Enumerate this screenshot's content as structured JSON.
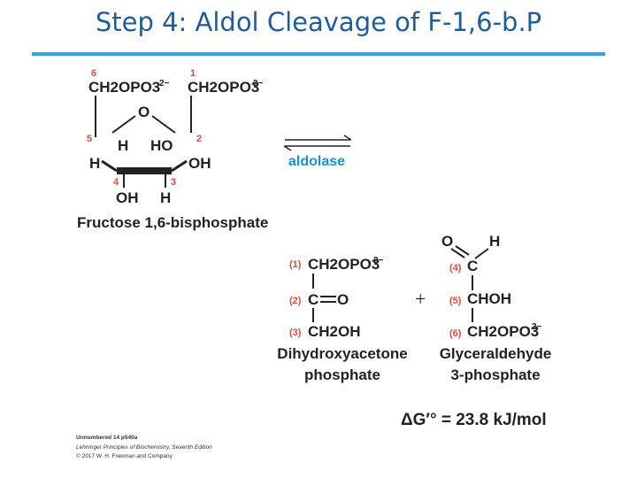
{
  "title": "Step 4: Aldol Cleavage of F-1,6-b.P",
  "colors": {
    "title": "#1f5c99",
    "rule": "#29a9df",
    "carbon_numbers": "#e0483d",
    "enzyme": "#1e90c8"
  },
  "fructose": {
    "c6_num": "6",
    "c1_num": "1",
    "c5_num": "5",
    "c2_num": "2",
    "c4_num": "4",
    "c3_num": "3",
    "c6_group": "CH2OPO3",
    "c1_group": "CH2OPO3",
    "charge": "2−",
    "ring_o": "O",
    "c5_h_inner": "H",
    "c5_h_outer": "H",
    "c2_ho": "HO",
    "c2_oh": "OH",
    "c4_oh": "OH",
    "c3_h": "H",
    "name": "Fructose 1,6-bisphosphate"
  },
  "enzyme": "aldolase",
  "dhap": {
    "n1": "(1)",
    "n2": "(2)",
    "n3": "(3)",
    "line1": "CH2OPO3",
    "charge": "2−",
    "c2": "C",
    "o": "O",
    "line3": "CH2OH",
    "name_line1": "Dihydroxyacetone",
    "name_line2": "phosphate"
  },
  "plus": "+",
  "gap": {
    "o": "O",
    "h": "H",
    "n4": "(4)",
    "n5": "(5)",
    "n6": "(6)",
    "c4": "C",
    "c5": "CHOH",
    "c6": "CH2OPO3",
    "charge": "2−",
    "name_line1": "Glyceraldehyde",
    "name_line2": "3-phosphate"
  },
  "delta_g": "ΔG′° = 23.8 kJ/mol",
  "credit": {
    "line1": "Unnumbered 14 p540a",
    "line2": "Lehninger Principles of Biochemistry, Seventh Edition",
    "line3": "© 2017 W. H. Freeman and Company"
  }
}
